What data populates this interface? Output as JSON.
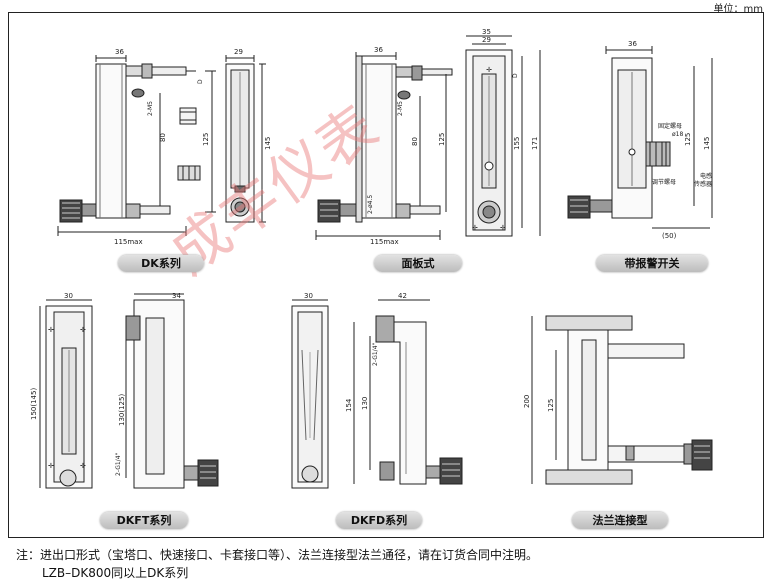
{
  "unit_label": "单位：mm",
  "watermark": "成丰仪表",
  "captions": {
    "dk": "DK系列",
    "panel": "面板式",
    "alarm": "带报警开关",
    "dkft": "DKFT系列",
    "dkfd": "DKFD系列",
    "flange": "法兰连接型"
  },
  "notes": {
    "line1": "注：进出口形式（宝塔口、快速接口、卡套接口等）、法兰连接型法兰通径，请在订货合同中注明。",
    "line2": "LZB–DK800同以上DK系列"
  },
  "dims": {
    "dk_width": "36",
    "dk_front_width": "29",
    "dk_80": "80",
    "dk_125": "125",
    "dk_145": "145",
    "dk_thread": "2-M5",
    "dk_D": "D",
    "dk_115max": "115max",
    "panel_width": "36",
    "panel_80": "80",
    "panel_125": "125",
    "panel_thread": "2-M5",
    "panel_4d5": "2-ø4.5",
    "panel_115max": "115max",
    "front_35": "35",
    "front_29": "29",
    "front_155": "155",
    "front_171": "171",
    "front_D": "D",
    "alarm_36": "36",
    "alarm_125": "125",
    "alarm_145": "145",
    "alarm_50": "(50)",
    "alarm_d18": "ø18",
    "alarm_nut": "固定螺母",
    "alarm_adj": "调节螺母",
    "alarm_sensor1": "电感",
    "alarm_sensor2": "传感器",
    "dkft_30": "30",
    "dkft_34": "34",
    "dkft_150": "150(145)",
    "dkft_130": "130(125)",
    "dkft_g": "2-G1/4\"",
    "dkfd_30": "30",
    "dkfd_42": "42",
    "dkfd_154": "154",
    "dkfd_130": "130",
    "dkfd_g": "2-G1/4\"",
    "flange_200": "200",
    "flange_125": "125"
  }
}
